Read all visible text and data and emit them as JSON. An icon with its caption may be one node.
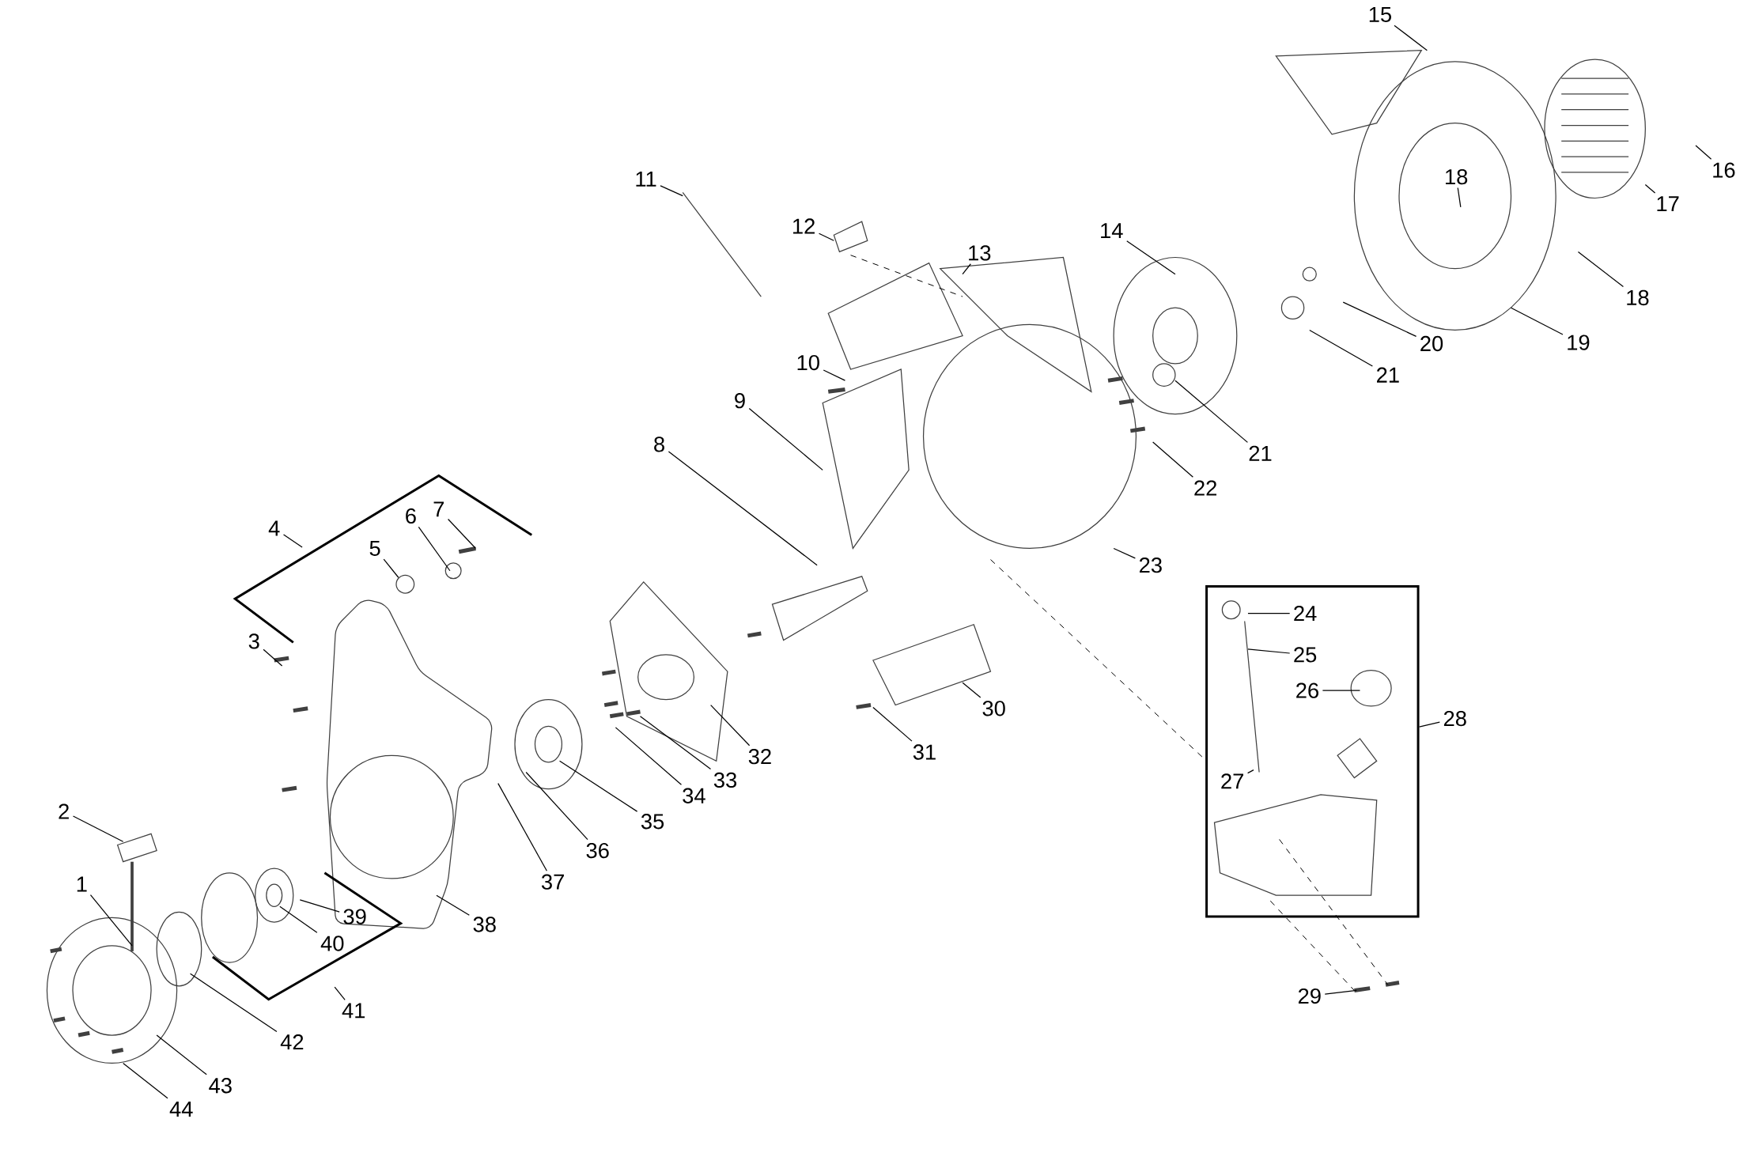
{
  "diagram": {
    "nodes": [
      {
        "text": [
          "1"
        ]
      },
      {
        "text": [
          "2"
        ]
      },
      {
        "text": [
          "3"
        ]
      },
      {
        "text": [
          "4"
        ]
      },
      {
        "text": [
          "5"
        ]
      },
      {
        "text": [
          "6"
        ]
      },
      {
        "text": [
          "7"
        ]
      },
      {
        "text": [
          "8"
        ]
      },
      {
        "text": [
          "9"
        ]
      },
      {
        "text": [
          "10"
        ]
      },
      {
        "text": [
          "11"
        ]
      },
      {
        "text": [
          "12"
        ]
      },
      {
        "text": [
          "13"
        ]
      },
      {
        "text": [
          "14"
        ]
      },
      {
        "text": [
          "15"
        ]
      },
      {
        "text": [
          "16"
        ]
      },
      {
        "text": [
          "17"
        ]
      },
      {
        "text": [
          "18"
        ]
      },
      {
        "text": [
          "18"
        ]
      },
      {
        "text": [
          "19"
        ]
      },
      {
        "text": [
          "20"
        ]
      },
      {
        "text": [
          "21"
        ]
      },
      {
        "text": [
          "21"
        ]
      },
      {
        "text": [
          "22"
        ]
      },
      {
        "text": [
          "23"
        ]
      },
      {
        "text": [],
        "shape": "box"
      },
      {
        "text": [
          "24"
        ],
        "in": 25
      },
      {
        "text": [
          "25"
        ],
        "in": 25
      },
      {
        "text": [
          "26"
        ],
        "in": 25
      },
      {
        "text": [
          "27"
        ],
        "in": 25
      },
      {
        "text": [
          "28"
        ]
      },
      {
        "text": [
          "29"
        ]
      },
      {
        "text": [
          "30"
        ]
      },
      {
        "text": [
          "31"
        ]
      },
      {
        "text": [
          "32"
        ]
      },
      {
        "text": [
          "33"
        ]
      },
      {
        "text": [
          "34"
        ]
      },
      {
        "text": [
          "35"
        ]
      },
      {
        "text": [
          "36"
        ]
      },
      {
        "text": [
          "37"
        ]
      },
      {
        "text": [
          "38"
        ]
      },
      {
        "text": [
          "39"
        ]
      },
      {
        "text": [
          "40"
        ]
      },
      {
        "text": [
          "41"
        ]
      },
      {
        "text": [
          "42"
        ]
      },
      {
        "text": [
          "43"
        ]
      },
      {
        "text": [
          "44"
        ]
      }
    ],
    "edges": [
      {
        "from": 0,
        "to": null,
        "arrow": "none"
      },
      {
        "from": 1,
        "to": null,
        "arrow": "none"
      },
      {
        "from": 2,
        "to": null,
        "arrow": "none"
      },
      {
        "from": 3,
        "to": null,
        "arrow": "none"
      },
      {
        "from": 4,
        "to": null,
        "arrow": "none"
      },
      {
        "from": 5,
        "to": null,
        "arrow": "none"
      },
      {
        "from": 6,
        "to": null,
        "arrow": "none"
      },
      {
        "from": 7,
        "to": null,
        "arrow": "none"
      },
      {
        "from": 8,
        "to": null,
        "arrow": "none"
      },
      {
        "from": 9,
        "to": null,
        "arrow": "none"
      },
      {
        "from": 10,
        "to": null,
        "arrow": "none"
      },
      {
        "from": 11,
        "to": null,
        "arrow": "none"
      },
      {
        "from": 12,
        "to": null,
        "arrow": "none"
      },
      {
        "from": 13,
        "to": null,
        "arrow": "none"
      },
      {
        "from": 14,
        "to": null,
        "arrow": "none"
      },
      {
        "from": 15,
        "to": null,
        "arrow": "none"
      },
      {
        "from": 16,
        "to": null,
        "arrow": "none"
      },
      {
        "from": 17,
        "to": null,
        "arrow": "none"
      },
      {
        "from": 18,
        "to": null,
        "arrow": "none"
      },
      {
        "from": 19,
        "to": null,
        "arrow": "none"
      },
      {
        "from": 20,
        "to": null,
        "arrow": "none"
      },
      {
        "from": 21,
        "to": null,
        "arrow": "none"
      },
      {
        "from": 22,
        "to": null,
        "arrow": "none"
      },
      {
        "from": 23,
        "to": null,
        "arrow": "none"
      },
      {
        "from": 24,
        "to": null,
        "arrow": "none"
      },
      {
        "from": 26,
        "to": null,
        "arrow": "none"
      },
      {
        "from": 27,
        "to": null,
        "arrow": "none"
      },
      {
        "from": 28,
        "to": null,
        "arrow": "none"
      },
      {
        "from": 29,
        "to": null,
        "arrow": "none"
      },
      {
        "from": 30,
        "to": 25,
        "arrow": "none"
      },
      {
        "from": 31,
        "to": null,
        "arrow": "none"
      },
      {
        "from": 32,
        "to": null,
        "arrow": "none"
      },
      {
        "from": 33,
        "to": null,
        "arrow": "none"
      },
      {
        "from": 34,
        "to": null,
        "arrow": "none"
      },
      {
        "from": 35,
        "to": null,
        "arrow": "none"
      },
      {
        "from": 36,
        "to": null,
        "arrow": "none"
      },
      {
        "from": 37,
        "to": null,
        "arrow": "none"
      },
      {
        "from": 38,
        "to": null,
        "arrow": "none"
      },
      {
        "from": 39,
        "to": null,
        "arrow": "none"
      },
      {
        "from": 40,
        "to": null,
        "arrow": "none"
      },
      {
        "from": 41,
        "to": null,
        "arrow": "none"
      },
      {
        "from": 42,
        "to": null,
        "arrow": "none"
      },
      {
        "from": 43,
        "to": null,
        "arrow": "none"
      },
      {
        "from": 44,
        "to": null,
        "arrow": "none"
      },
      {
        "from": 45,
        "to": null,
        "arrow": "none"
      },
      {
        "from": 46,
        "to": null,
        "arrow": "none"
      }
    ]
  }
}
